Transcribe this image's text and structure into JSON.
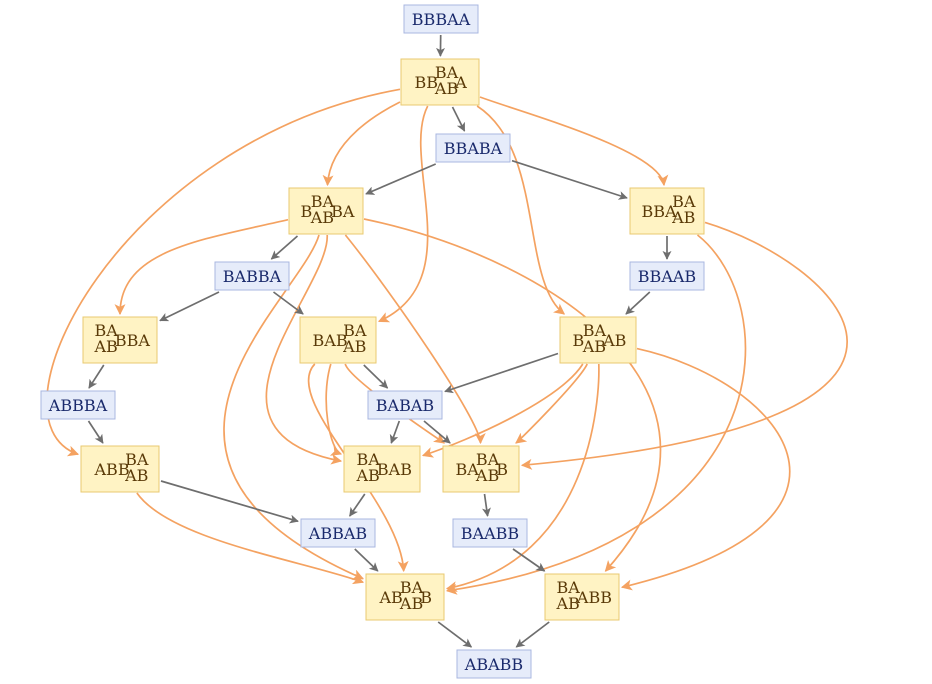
{
  "colors": {
    "string_fill": "#e6ecfa",
    "string_stroke": "#a9b7e0",
    "string_text": "#1a2a6c",
    "rule_fill": "#fff3c4",
    "rule_stroke": "#e8c970",
    "rule_text": "#5a3a08",
    "gray_edge": "#6e6e6e",
    "orange_edge": "#f4a261"
  },
  "nodes": [
    {
      "id": "n1",
      "kind": "string",
      "parts": [
        {
          "t": "BBBAA",
          "p": "n"
        }
      ]
    },
    {
      "id": "n2",
      "kind": "rule",
      "parts": [
        {
          "t": "BB",
          "p": "n"
        },
        {
          "t": "BA",
          "p": "u"
        },
        {
          "t": "AB",
          "p": "d"
        },
        {
          "t": "A",
          "p": "n"
        }
      ]
    },
    {
      "id": "n3",
      "kind": "string",
      "parts": [
        {
          "t": "BBABA",
          "p": "n"
        }
      ]
    },
    {
      "id": "n4",
      "kind": "rule",
      "parts": [
        {
          "t": "B",
          "p": "n"
        },
        {
          "t": "BA",
          "p": "u"
        },
        {
          "t": "AB",
          "p": "d"
        },
        {
          "t": "BA",
          "p": "n"
        }
      ]
    },
    {
      "id": "n5",
      "kind": "rule",
      "parts": [
        {
          "t": "BBA",
          "p": "n"
        },
        {
          "t": "BA",
          "p": "u"
        },
        {
          "t": "AB",
          "p": "d"
        }
      ]
    },
    {
      "id": "n6",
      "kind": "string",
      "parts": [
        {
          "t": "BABBA",
          "p": "n"
        }
      ]
    },
    {
      "id": "n7",
      "kind": "string",
      "parts": [
        {
          "t": "BBAAB",
          "p": "n"
        }
      ]
    },
    {
      "id": "n8",
      "kind": "rule",
      "parts": [
        {
          "t": "BA",
          "p": "u"
        },
        {
          "t": "AB",
          "p": "d"
        },
        {
          "t": "BBA",
          "p": "n"
        }
      ]
    },
    {
      "id": "n9",
      "kind": "rule",
      "parts": [
        {
          "t": "BAB",
          "p": "n"
        },
        {
          "t": "BA",
          "p": "u"
        },
        {
          "t": "AB",
          "p": "d"
        }
      ]
    },
    {
      "id": "n10",
      "kind": "rule",
      "parts": [
        {
          "t": "B",
          "p": "n"
        },
        {
          "t": "BA",
          "p": "u"
        },
        {
          "t": "AB",
          "p": "d"
        },
        {
          "t": "AB",
          "p": "n"
        }
      ]
    },
    {
      "id": "n11",
      "kind": "string",
      "parts": [
        {
          "t": "ABBBA",
          "p": "n"
        }
      ]
    },
    {
      "id": "n12",
      "kind": "string",
      "parts": [
        {
          "t": "BABAB",
          "p": "n"
        }
      ]
    },
    {
      "id": "n13",
      "kind": "rule",
      "parts": [
        {
          "t": "ABB",
          "p": "n"
        },
        {
          "t": "BA",
          "p": "u"
        },
        {
          "t": "AB",
          "p": "d"
        }
      ]
    },
    {
      "id": "n14",
      "kind": "rule",
      "parts": [
        {
          "t": "BA",
          "p": "u"
        },
        {
          "t": "AB",
          "p": "d"
        },
        {
          "t": "BAB",
          "p": "n"
        }
      ]
    },
    {
      "id": "n15",
      "kind": "rule",
      "parts": [
        {
          "t": "BA",
          "p": "n"
        },
        {
          "t": "BA",
          "p": "u"
        },
        {
          "t": "AB",
          "p": "d"
        },
        {
          "t": "B",
          "p": "n"
        }
      ]
    },
    {
      "id": "n16",
      "kind": "string",
      "parts": [
        {
          "t": "ABBAB",
          "p": "n"
        }
      ]
    },
    {
      "id": "n17",
      "kind": "string",
      "parts": [
        {
          "t": "BAABB",
          "p": "n"
        }
      ]
    },
    {
      "id": "n18",
      "kind": "rule",
      "parts": [
        {
          "t": "AB",
          "p": "n"
        },
        {
          "t": "BA",
          "p": "u"
        },
        {
          "t": "AB",
          "p": "d"
        },
        {
          "t": "B",
          "p": "n"
        }
      ]
    },
    {
      "id": "n19",
      "kind": "rule",
      "parts": [
        {
          "t": "BA",
          "p": "u"
        },
        {
          "t": "AB",
          "p": "d"
        },
        {
          "t": "ABB",
          "p": "n"
        }
      ]
    },
    {
      "id": "n20",
      "kind": "string",
      "parts": [
        {
          "t": "ABABB",
          "p": "n"
        }
      ]
    }
  ],
  "edges": [
    {
      "from": "n1",
      "to": "n2",
      "kind": "gray"
    },
    {
      "from": "n2",
      "to": "n3",
      "kind": "gray"
    },
    {
      "from": "n3",
      "to": "n4",
      "kind": "gray"
    },
    {
      "from": "n3",
      "to": "n5",
      "kind": "gray"
    },
    {
      "from": "n4",
      "to": "n6",
      "kind": "gray"
    },
    {
      "from": "n5",
      "to": "n7",
      "kind": "gray"
    },
    {
      "from": "n6",
      "to": "n8",
      "kind": "gray"
    },
    {
      "from": "n6",
      "to": "n9",
      "kind": "gray"
    },
    {
      "from": "n7",
      "to": "n10",
      "kind": "gray"
    },
    {
      "from": "n8",
      "to": "n11",
      "kind": "gray"
    },
    {
      "from": "n9",
      "to": "n12",
      "kind": "gray"
    },
    {
      "from": "n10",
      "to": "n12",
      "kind": "gray"
    },
    {
      "from": "n11",
      "to": "n13",
      "kind": "gray"
    },
    {
      "from": "n12",
      "to": "n14",
      "kind": "gray"
    },
    {
      "from": "n12",
      "to": "n15",
      "kind": "gray"
    },
    {
      "from": "n13",
      "to": "n16",
      "kind": "gray"
    },
    {
      "from": "n14",
      "to": "n16",
      "kind": "gray"
    },
    {
      "from": "n15",
      "to": "n17",
      "kind": "gray"
    },
    {
      "from": "n16",
      "to": "n18",
      "kind": "gray"
    },
    {
      "from": "n17",
      "to": "n19",
      "kind": "gray"
    },
    {
      "from": "n18",
      "to": "n20",
      "kind": "gray"
    },
    {
      "from": "n19",
      "to": "n20",
      "kind": "gray"
    },
    {
      "from": "n2",
      "to": "n4",
      "kind": "orange"
    },
    {
      "from": "n2",
      "to": "n5",
      "kind": "orange"
    },
    {
      "from": "n2",
      "to": "n9",
      "kind": "orange"
    },
    {
      "from": "n2",
      "to": "n10",
      "kind": "orange"
    },
    {
      "from": "n2",
      "to": "n13",
      "kind": "orange"
    },
    {
      "from": "n4",
      "to": "n8",
      "kind": "orange"
    },
    {
      "from": "n4",
      "to": "n14",
      "kind": "orange"
    },
    {
      "from": "n4",
      "to": "n15",
      "kind": "orange"
    },
    {
      "from": "n4",
      "to": "n18",
      "kind": "orange"
    },
    {
      "from": "n4",
      "to": "n19",
      "kind": "orange"
    },
    {
      "from": "n5",
      "to": "n15",
      "kind": "orange"
    },
    {
      "from": "n5",
      "to": "n18",
      "kind": "orange"
    },
    {
      "from": "n9",
      "to": "n14",
      "kind": "orange"
    },
    {
      "from": "n9",
      "to": "n15",
      "kind": "orange"
    },
    {
      "from": "n9",
      "to": "n18",
      "kind": "orange"
    },
    {
      "from": "n10",
      "to": "n14",
      "kind": "orange"
    },
    {
      "from": "n10",
      "to": "n15",
      "kind": "orange"
    },
    {
      "from": "n10",
      "to": "n18",
      "kind": "orange"
    },
    {
      "from": "n10",
      "to": "n19",
      "kind": "orange"
    },
    {
      "from": "n13",
      "to": "n18",
      "kind": "orange"
    }
  ]
}
